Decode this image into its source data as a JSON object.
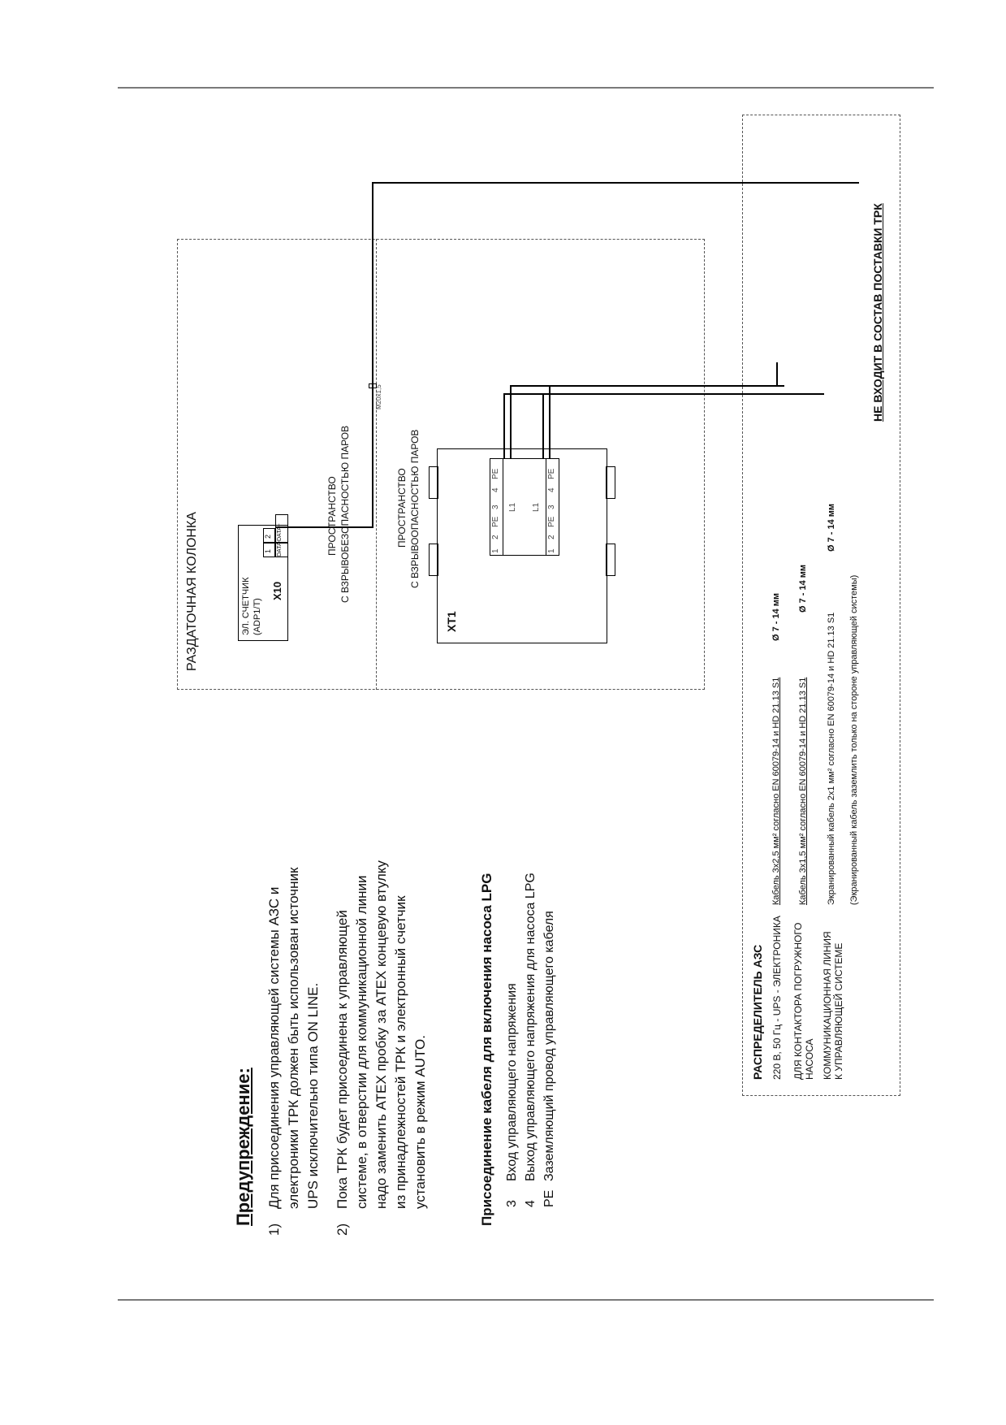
{
  "warning": {
    "title": "Предупреждение:",
    "items": [
      {
        "num": "1)",
        "lines": [
          "Для присоединения управляющей системы АЗС и",
          "электроники ТРК должен быть использован источник",
          "UPS исключительно типа ON LINE."
        ]
      },
      {
        "num": "2)",
        "lines": [
          "Пока ТРК будет присоединена к управляющей",
          "системе, в отверстии для коммуникационной линии",
          "надо заменить ATEX пробку за ATEX концевую втулку",
          "из принадлежностей ТРК и электронный счетчик",
          "установить в режим AUTO."
        ]
      }
    ]
  },
  "lpg": {
    "title": "Присоединение кабеля для включения насоса LPG",
    "items": [
      {
        "code": "3",
        "text": "Вход управляющего напряжения"
      },
      {
        "code": "4",
        "text": "Выход управляющего напряжения для насоса LPG"
      },
      {
        "code": "PE",
        "text": "Заземляющий провод управляющего кабеля"
      }
    ]
  },
  "dispenser": {
    "title": "РАЗДАТОЧНАЯ КОЛОНКА",
    "meter_label": [
      "ЭЛ. СЧЕТЧИК",
      "(ADP1/T)"
    ],
    "meter_connector": "X10",
    "meter_pins": [
      {
        "num": "1",
        "signal": "DATA-"
      },
      {
        "num": "2",
        "signal": "DATA+"
      }
    ],
    "safe_zone": [
      "ПРОСТРАНСТВО",
      "С ВЗРЫВОБЕЗОПАСНОСТЬЮ ПАРОВ"
    ],
    "hazard_zone": [
      "ПРОСТРАНСТВО",
      "С ВЗРЫВООПАСНОСТЬЮ ПАРОВ"
    ],
    "gland_label": "M20x1,5",
    "terminal": {
      "name": "XT1",
      "row_top": [
        "1",
        "2",
        "PE",
        "3",
        "4",
        "PE"
      ],
      "row_mid": [
        "L1",
        "L1"
      ],
      "row_bottom": [
        "1",
        "2",
        "PE",
        "3",
        "4",
        "PE"
      ]
    }
  },
  "distributor": {
    "title": "РАСПРЕДЕЛИТЕЛЬ АЗС",
    "rows": [
      {
        "label": [
          "220 В, 50 Гц - UPS - ЭЛЕКТРОНИКА"
        ],
        "cable": "Кабель 3x2,5 мм² согласно EN 60079-14 и HD 21.13 S1",
        "diameter": "Ø 7 - 14 мм"
      },
      {
        "label": [
          "ДЛЯ КОНТАКТОРА ПОГРУЖНОГО",
          "НАСОСА"
        ],
        "cable": "Кабель 3x1,5 мм² согласно EN 60079-14 и HD 21.13 S1",
        "diameter": "Ø 7 - 14 мм"
      },
      {
        "label": [
          "КОММУНИКАЦИОННАЯ ЛИНИЯ",
          "К УПРАВЛЯЮЩЕЙ СИСТЕМЕ"
        ],
        "cable": "Экранированный кабель 2x1 мм² согласно EN 60079-14 и HD 21.13 S1",
        "diameter": "Ø 7 - 14 мм"
      }
    ],
    "note": "(Экранированный кабель заземлить только на стороне управляющей системы)",
    "not_included": "НЕ ВХОДИТ В СОСТАВ ПОСТАВКИ ТРК"
  }
}
